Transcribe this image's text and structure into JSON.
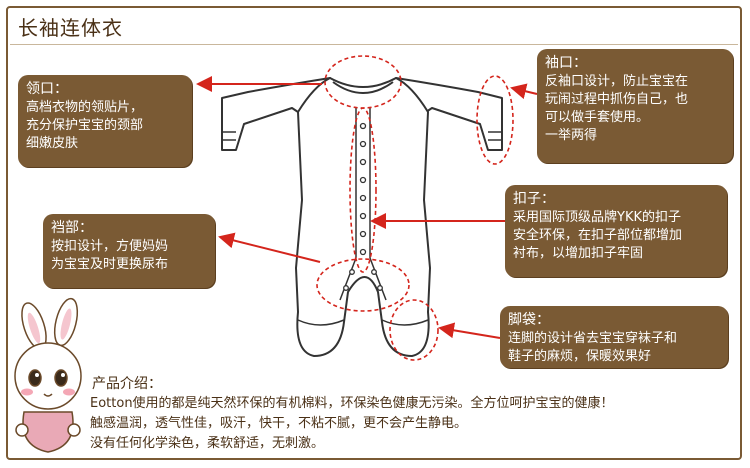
{
  "title": "长袖连体衣",
  "callouts": {
    "collar": {
      "title": "领口：",
      "body": "高档衣物的领贴片，\n充分保护宝宝的颈部\n细嫩皮肤"
    },
    "cuff": {
      "title": "袖口：",
      "body": "反袖口设计，防止宝宝在\n玩闹过程中抓伤自己，也\n可以做手套使用。\n一举两得"
    },
    "crotch": {
      "title": "裆部：",
      "body": "按扣设计，方便妈妈\n为宝宝及时更换尿布"
    },
    "button": {
      "title": "扣子：",
      "body": "采用国际顶级品牌YKK的扣子\n安全环保，在扣子部位都增加\n衬布，以增加扣子牢固"
    },
    "foot": {
      "title": "脚袋：",
      "body": "连脚的设计省去宝宝穿袜子和\n鞋子的麻烦，保暖效果好"
    }
  },
  "intro": {
    "title": "产品介绍：",
    "lines": [
      "Eotton使用的都是纯天然环保的有机棉料，环保染色健康无污染。全方位呵护宝宝的健康！",
      "触感温润，透气性佳，吸汗，快干，不粘不腻，更不会产生静电。",
      "没有任何化学染色，柔软舒适，无刺激。"
    ]
  },
  "colors": {
    "brand_brown": "#7a5a34",
    "arrow_red": "#d4251c",
    "text_dark": "#4a3016"
  },
  "icons": [
    "bunny-mascot-icon",
    "romper-illustration"
  ]
}
